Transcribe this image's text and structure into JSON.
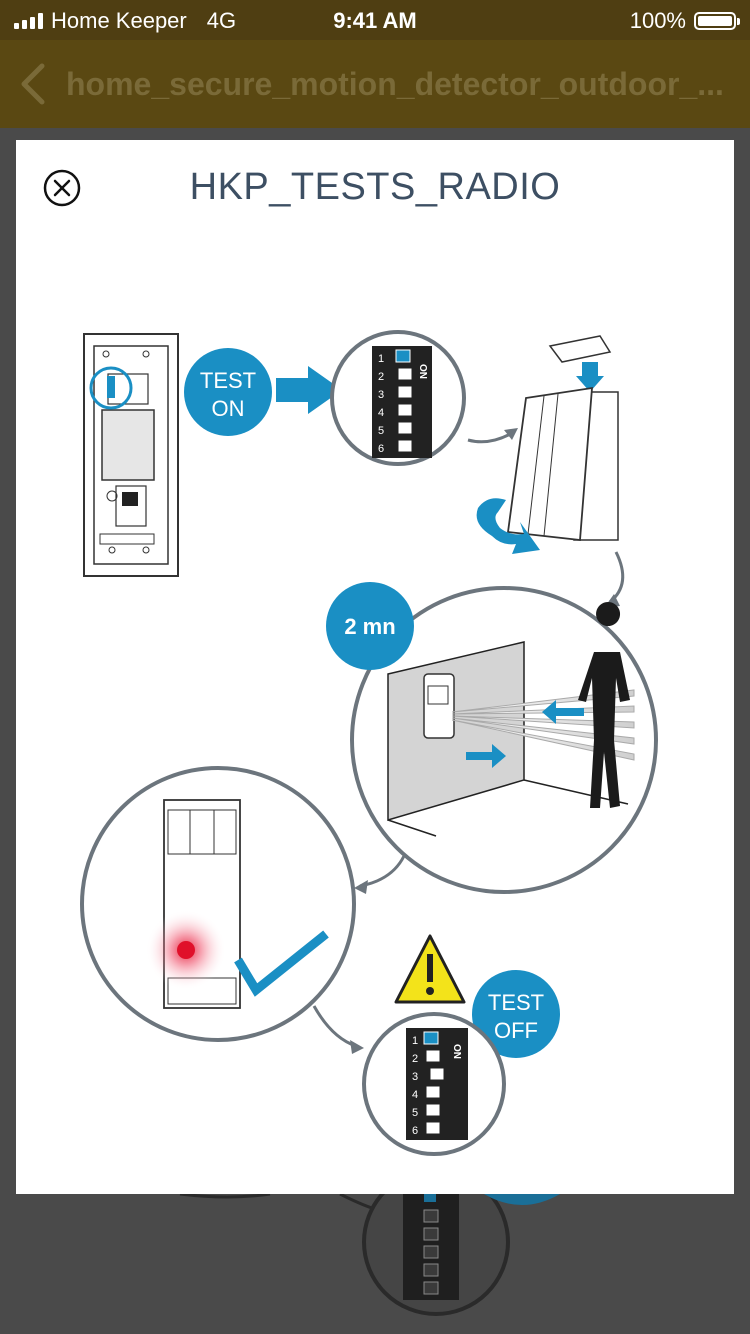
{
  "status_bar": {
    "carrier": "Home Keeper",
    "network": "4G",
    "time": "9:41 AM",
    "battery": "100%"
  },
  "nav": {
    "title": "home_secure_motion_detector_outdoor_..."
  },
  "modal": {
    "title": "HKP_TESTS_RADIO",
    "test_on_line1": "TEST",
    "test_on_line2": "ON",
    "duration": "2 mn",
    "test_off_line1": "TEST",
    "test_off_line2": "OFF",
    "dip_on_label": "ON",
    "dip_numbers": [
      "1",
      "2",
      "3",
      "4",
      "5",
      "6"
    ]
  },
  "colors": {
    "accent": "#1a8fc4",
    "nav_bg": "#5a4812",
    "status_bg": "#4f3e12",
    "title_text": "#3d4f63",
    "warning": "#f3e31a"
  },
  "icons": {
    "back": "chevron-left-icon",
    "close": "close-circle-icon",
    "warning": "warning-triangle-icon",
    "check": "checkmark-icon",
    "rotate": "rotate-arrow-icon"
  }
}
